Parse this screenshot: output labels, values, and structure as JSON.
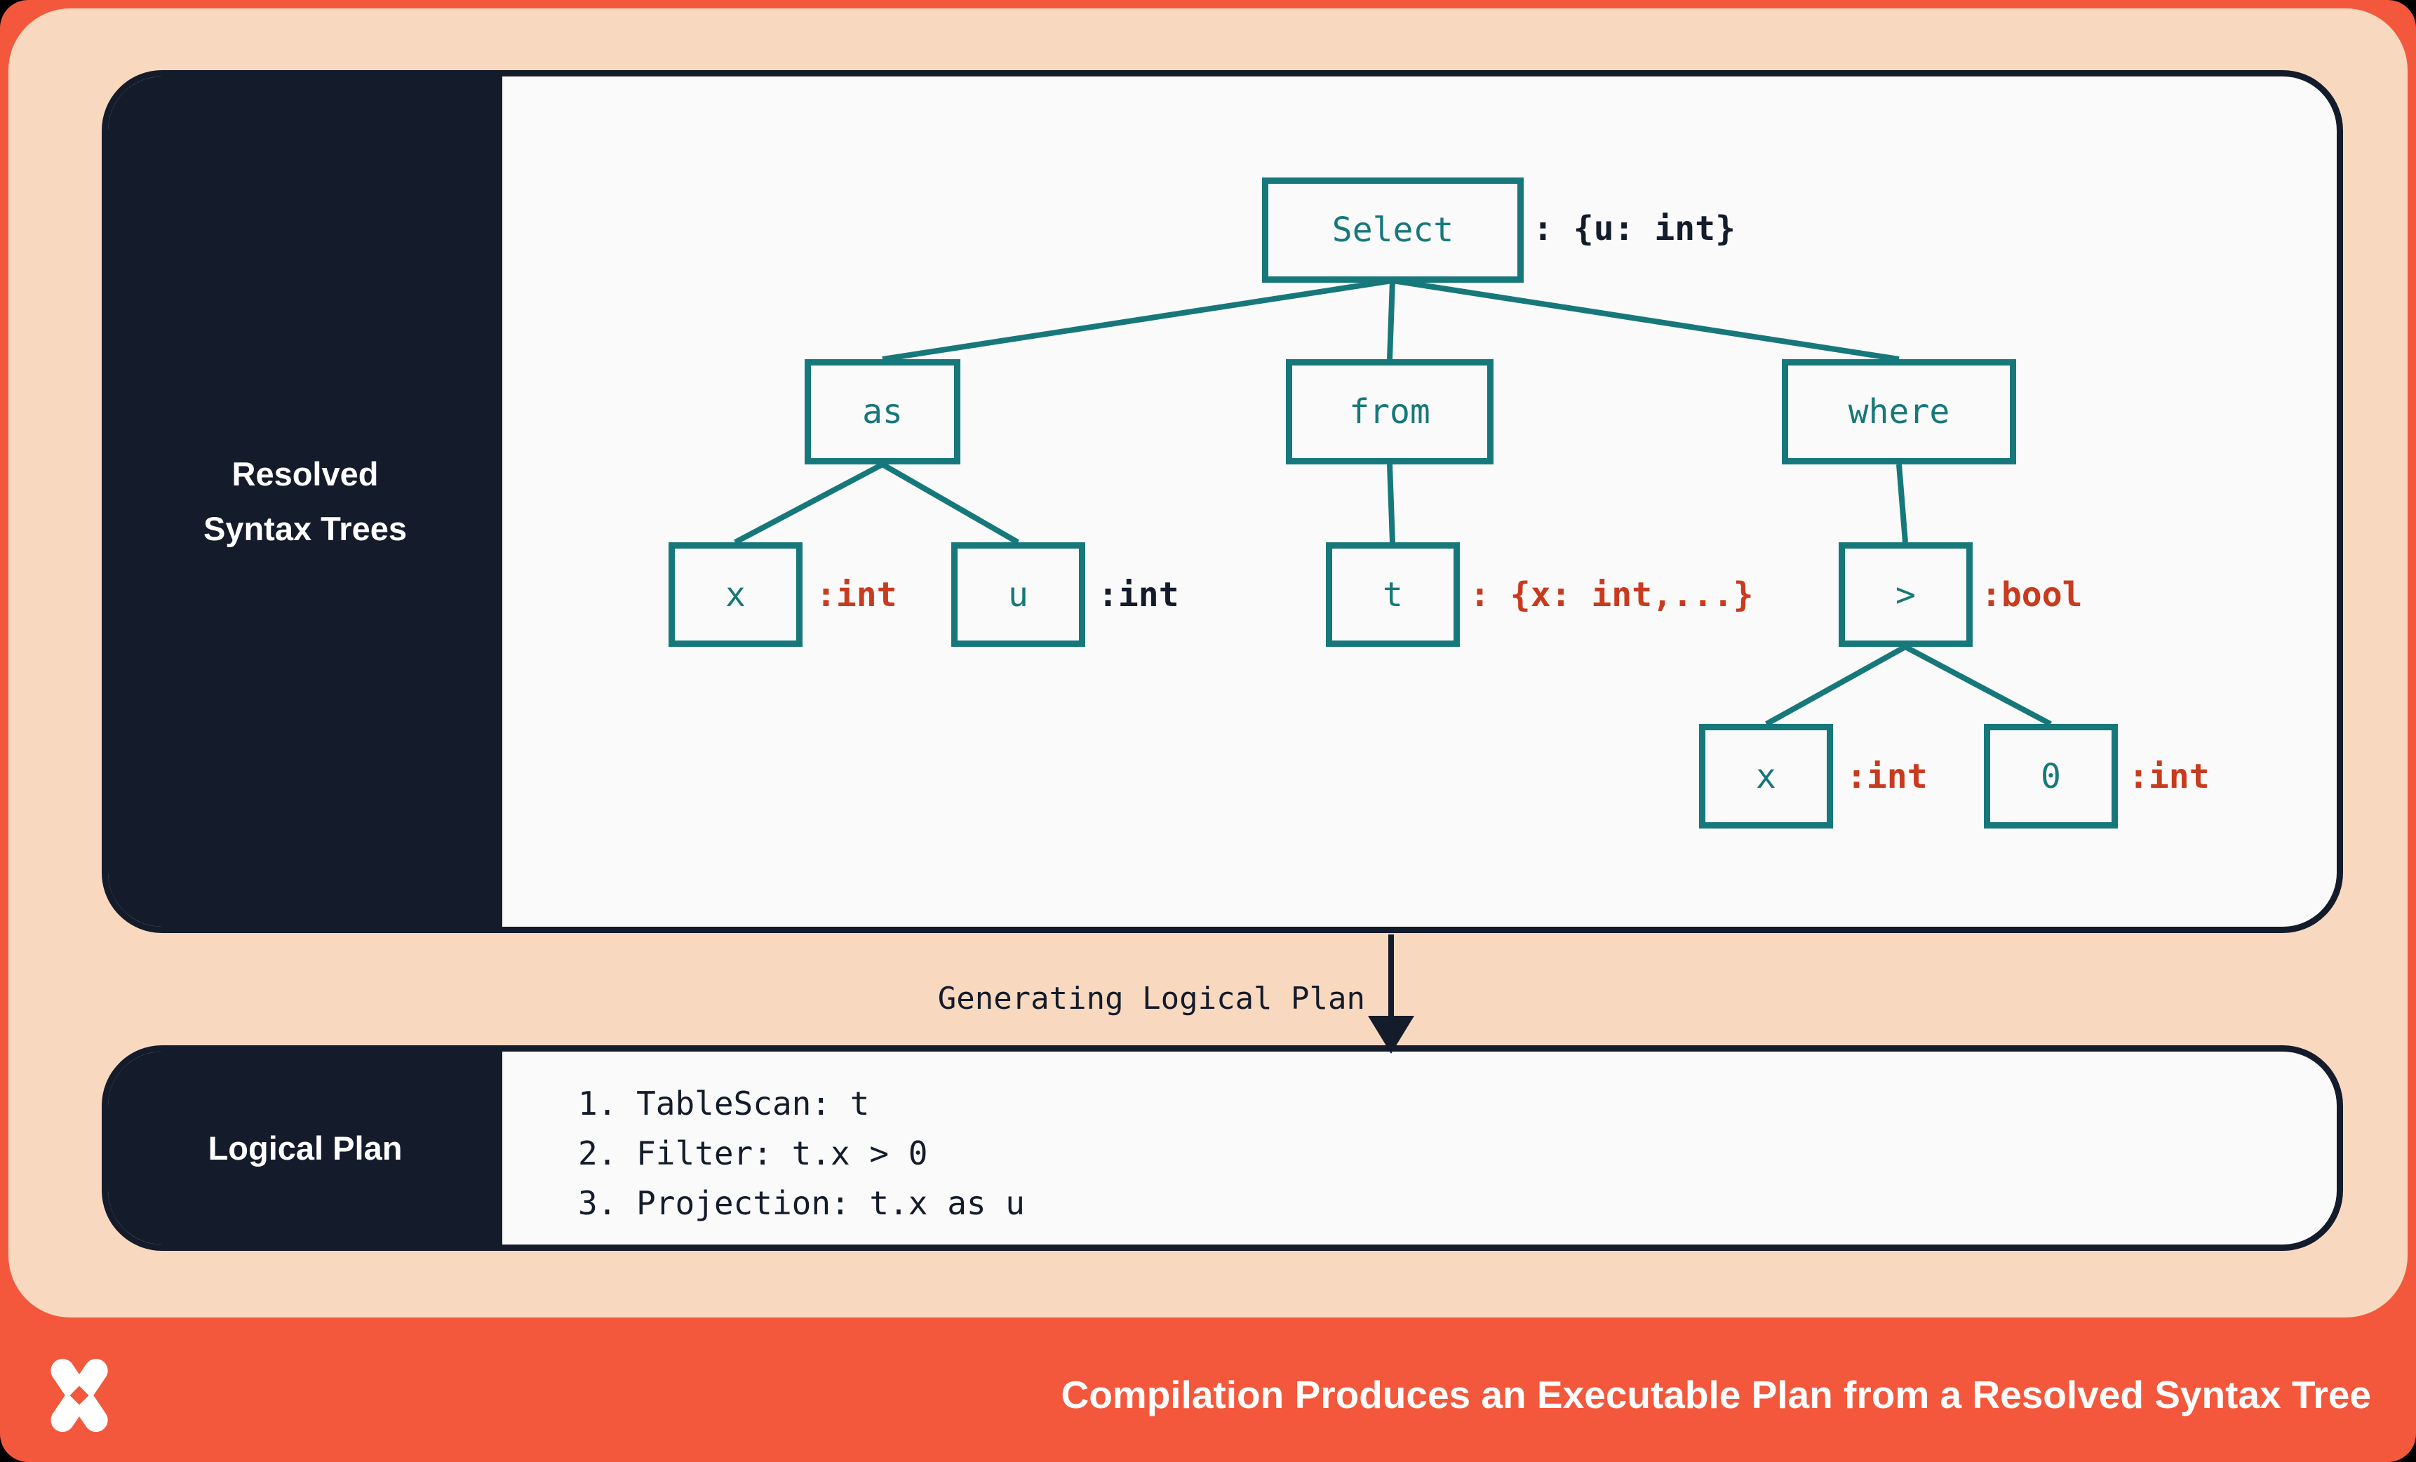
{
  "resolved_panel": {
    "label_line1": "Resolved",
    "label_line2": "Syntax Trees",
    "tree": {
      "nodes": {
        "select": {
          "label": "Select",
          "annotation": ": {u: int}",
          "annotation_color": "navy"
        },
        "as": {
          "label": "as"
        },
        "from": {
          "label": "from"
        },
        "where": {
          "label": "where"
        },
        "x1": {
          "label": "x",
          "annotation": ":int",
          "annotation_color": "rust"
        },
        "u": {
          "label": "u",
          "annotation": ":int",
          "annotation_color": "navy"
        },
        "t": {
          "label": "t",
          "annotation": ": {x: int,...}",
          "annotation_color": "rust"
        },
        "gt": {
          "label": ">",
          "annotation": ":bool",
          "annotation_color": "rust"
        },
        "x2": {
          "label": "x",
          "annotation": ":int",
          "annotation_color": "rust"
        },
        "zero": {
          "label": "0",
          "annotation": ":int",
          "annotation_color": "rust"
        }
      },
      "edges": [
        [
          "select",
          "as"
        ],
        [
          "select",
          "from"
        ],
        [
          "select",
          "where"
        ],
        [
          "as",
          "x1"
        ],
        [
          "as",
          "u"
        ],
        [
          "from",
          "t"
        ],
        [
          "where",
          "gt"
        ],
        [
          "gt",
          "x2"
        ],
        [
          "gt",
          "zero"
        ]
      ]
    }
  },
  "transition": {
    "label": "Generating Logical Plan"
  },
  "logical_panel": {
    "label": "Logical Plan",
    "steps": [
      "1. TableScan: t",
      "2. Filter: t.x > 0",
      "3. Projection: t.x as u"
    ]
  },
  "footer": {
    "logo": "x-pinwheel-logo",
    "title": "Compilation Produces an Executable Plan from a Resolved Syntax Tree"
  },
  "colors": {
    "coral": "#F4583C",
    "peach": "#F8D9C0",
    "navy": "#141B2B",
    "teal": "#16787A",
    "rust": "#C83B1E",
    "panel_bg": "#FAFAFA",
    "white": "#FFFFFF"
  }
}
